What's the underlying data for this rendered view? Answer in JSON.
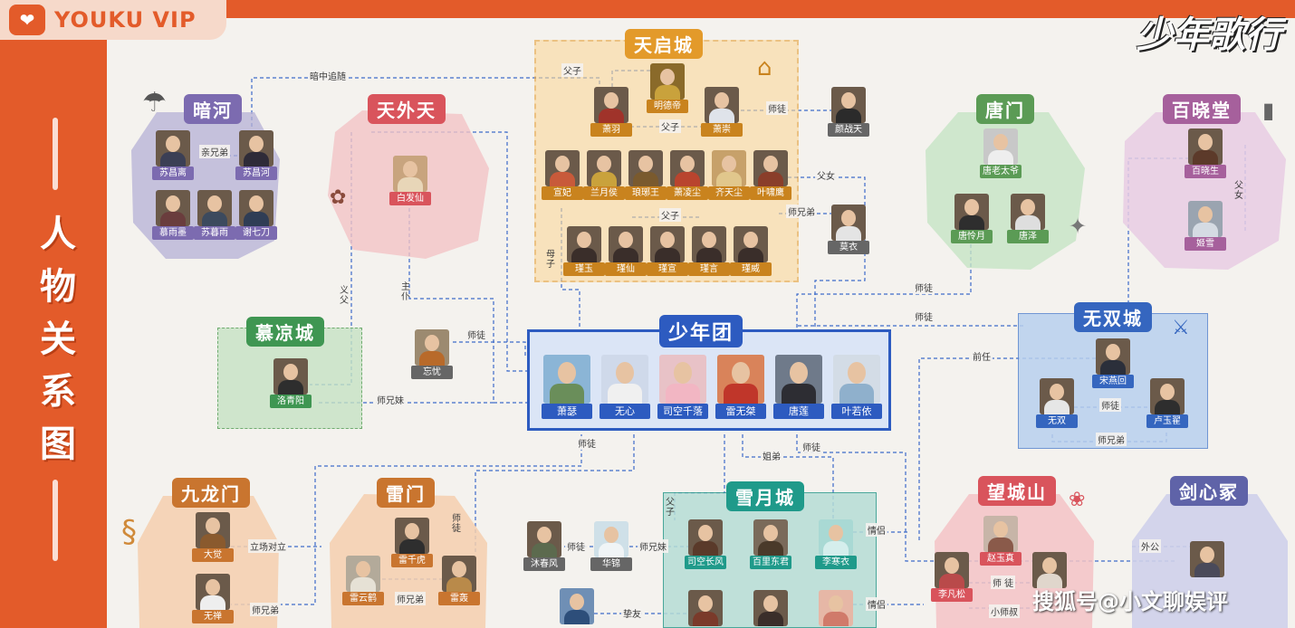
{
  "brand": {
    "logo_icon": "heart-logo-icon",
    "name": "YOUKU VIP"
  },
  "side_title": [
    "人",
    "物",
    "关",
    "系",
    "图"
  ],
  "show_title": "少年歌行",
  "watermark": "搜狐号@小文聊娱评",
  "colors": {
    "orange": "#e35b2a",
    "purple": "#b6b0d6",
    "pink": "#f3c3c6",
    "yellow": "#fbd99b",
    "green": "#c6e3c4",
    "blue": "#b9d0ee",
    "peach": "#f4cfae",
    "teal": "#b6ddd6",
    "lilac": "#cfd0ea"
  },
  "regions": {
    "anhe": {
      "label": "暗河"
    },
    "tianwaitian": {
      "label": "天外天"
    },
    "tianqicheng": {
      "label": "天启城"
    },
    "tangmen": {
      "label": "唐门"
    },
    "baixiaotang": {
      "label": "百晓堂"
    },
    "muliangcheng": {
      "label": "慕凉城"
    },
    "shaoniantuan": {
      "label": "少年团"
    },
    "wushuangcheng": {
      "label": "无双城"
    },
    "jiulongmen": {
      "label": "九龙门"
    },
    "leimen": {
      "label": "雷门"
    },
    "xueyuecheng": {
      "label": "雪月城"
    },
    "wangchengshan": {
      "label": "望城山"
    },
    "jianxinzhong": {
      "label": "剑心冢"
    }
  },
  "people": {
    "suchangli": "苏昌离",
    "suchanghe": "苏昌河",
    "muyumo": "慕雨墨",
    "sumuyu": "苏暮雨",
    "xieqidao": "谢七刀",
    "baifaxian": "白发仙",
    "mingdedi": "明德帝",
    "xiaoyu": "萧羽",
    "xiaochong": "萧崇",
    "xuanfei": "宣妃",
    "lanyuehou": "兰月侯",
    "langyawang": "琅琊王",
    "xiaolingchen": "萧凌尘",
    "qitianchen": "齐天尘",
    "yexiaoying": "叶啸鹰",
    "jinyu": "瑾玉",
    "jinxian": "瑾仙",
    "jinxuan": "瑾宣",
    "jinyan": "瑾言",
    "jinwei": "瑾威",
    "yanzhantian": "颜战天",
    "moyi": "莫衣",
    "tanglaotaiye": "唐老太爷",
    "tanglianyue": "唐怜月",
    "tangze": "唐泽",
    "baixiaosheng": "百晓生",
    "jixue": "姬雪",
    "luoqingyang": "洛青阳",
    "wangyou": "忘忧",
    "xiaose": "萧瑟",
    "wuxin": "无心",
    "sikongqianluo": "司空千落",
    "leiwujie": "雷无桀",
    "tanglian": "唐莲",
    "yeruoyi": "叶若依",
    "songyanhui": "宋燕回",
    "wushuang": "无双",
    "luyuzhai": "卢玉翟",
    "dajue": "大觉",
    "wuxiang": "无禅",
    "leiqianhu": "雷千虎",
    "leiyunhe": "雷云鹤",
    "leihong": "雷轰",
    "muchunfeng": "沐春风",
    "huajin": "华锦",
    "sikongchangfeng": "司空长风",
    "bailidongjun": "百里东君",
    "lihanyi": "李寒衣",
    "zhaoyuzhen": "赵玉真",
    "lifansong": "李凡松"
  },
  "edges": {
    "anzhongzhuisui": "暗中追随",
    "qinxiongdi": "亲兄弟",
    "fuzi1": "父子",
    "fuzi2": "父子",
    "fuzi3": "父子",
    "shitu1": "师徒",
    "shitu2": "师徒",
    "shitu3": "师徒",
    "shitu4": "师徒",
    "shitu5": "师徒",
    "shitu6": "师徒",
    "shitu7": "师徒",
    "shitu8": "师徒",
    "fun": "父女",
    "fun2": "父女",
    "shixiongdi1": "师兄弟",
    "shixiongdi2": "师兄弟",
    "shixiongdi3": "师兄弟",
    "shixiongdi4": "师兄弟",
    "muzi": "母子",
    "zhupu": "主仆",
    "yifu": "义父",
    "shixiongmei1": "师兄妹",
    "shixiongmei2": "师兄妹",
    "qianren": "前任",
    "lichangduili": "立场对立",
    "shitu_leimen": "师徒",
    "zhiyou": "挚友",
    "qinglv1": "情侣",
    "qinglv2": "情侣",
    "waigong": "外公",
    "shitu_wcs": "师 徒",
    "xiaoshishu": "小师叔",
    "zhuying": "姐弟",
    "fuzi4": "父子"
  }
}
